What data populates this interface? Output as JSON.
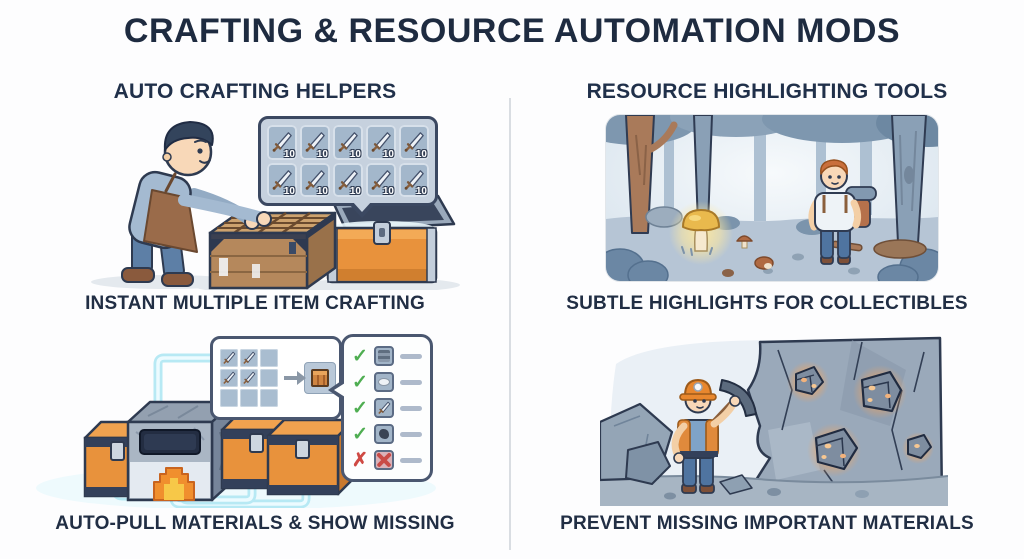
{
  "title": "CRAFTING & RESOURCE AUTOMATION MODS",
  "colors": {
    "heading_text": "#1e2b40",
    "accent_orange": "#e8923c",
    "glow_cyan": "#b7e9f4",
    "ore_glow": "#f0a45f",
    "check_green": "#4fae52",
    "cross_red": "#cf4a44",
    "panel_border_navy": "#3b4861",
    "divider_gray": "#d9dde2"
  },
  "columns": {
    "left": {
      "header": "AUTO CRAFTING HELPERS",
      "top_panel": {
        "caption": "INSTANT MULTIPLE ITEM CRAFTING",
        "sword_grid": {
          "icon": "sword-icon",
          "cells": [
            {
              "count": "10"
            },
            {
              "count": "10"
            },
            {
              "count": "10"
            },
            {
              "count": "10"
            },
            {
              "count": "10"
            },
            {
              "count": "10"
            },
            {
              "count": "10"
            },
            {
              "count": "10"
            },
            {
              "count": "10"
            },
            {
              "count": "10"
            }
          ]
        }
      },
      "bottom_panel": {
        "caption": "AUTO-PULL MATERIALS & SHOW MISSING",
        "recipe_grid": {
          "cells": [
            "sword",
            "sword",
            "",
            "sword",
            "sword",
            "",
            "",
            "",
            ""
          ],
          "output_icon": "crafting-block-icon"
        },
        "checklist": [
          {
            "item": "stone-block",
            "state": "available",
            "mark": "✓"
          },
          {
            "item": "iron-ingot",
            "state": "available",
            "mark": "✓"
          },
          {
            "item": "sword",
            "state": "available",
            "mark": "✓"
          },
          {
            "item": "coal",
            "state": "available",
            "mark": "✓"
          },
          {
            "item": "missing-item",
            "state": "missing",
            "mark": "✗"
          }
        ]
      }
    },
    "right": {
      "header": "RESOURCE HIGHLIGHTING TOOLS",
      "top_panel": {
        "caption": "SUBTLE HIGHLIGHTS FOR COLLECTIBLES"
      },
      "bottom_panel": {
        "caption": "PREVENT MISSING IMPORTANT MATERIALS"
      }
    }
  }
}
